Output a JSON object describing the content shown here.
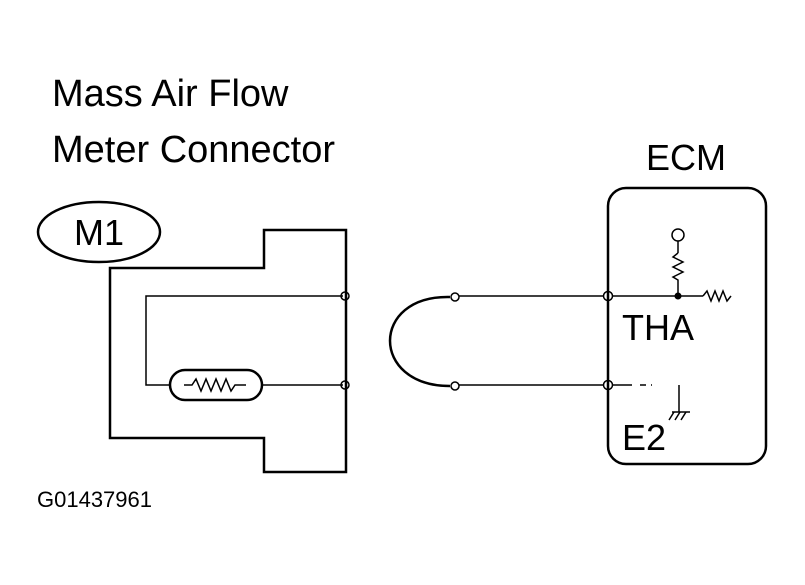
{
  "title": {
    "line1": "Mass Air Flow",
    "line2": "Meter Connector"
  },
  "connector_badge": "M1",
  "ecm": {
    "label": "ECM",
    "terminal_tha": "THA",
    "terminal_e2": "E2"
  },
  "figure_code": "G01437961",
  "icons": [
    "resistor-icon",
    "ground-icon",
    "terminal-icon",
    "thermistor-icon"
  ],
  "colors": {
    "line": "#000000",
    "background": "#ffffff"
  }
}
